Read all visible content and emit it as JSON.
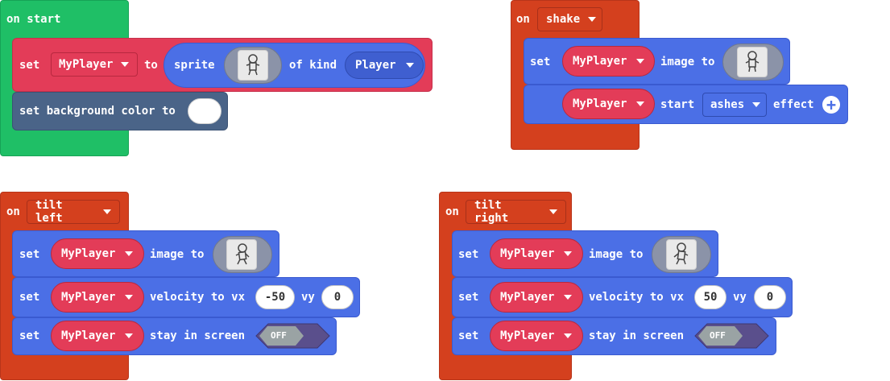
{
  "colors": {
    "event_green": "#1fbf66",
    "event_red": "#d4401e",
    "sprites_pink": "#e33c58",
    "sprites_blue": "#4b6fe6",
    "scene_slate": "#4a6488",
    "toggle_off": "#5a4f8c"
  },
  "on_start": {
    "label": "on start",
    "set_sprite": {
      "set": "set",
      "variable": "MyPlayer",
      "to": "to",
      "sprite": "sprite",
      "of_kind": "of kind",
      "kind": "Player"
    },
    "set_background": {
      "label": "set background color to",
      "color": "#ffffff"
    }
  },
  "on_shake": {
    "on": "on",
    "event": "shake",
    "set_image": {
      "set": "set",
      "variable": "MyPlayer",
      "image_to": "image to"
    },
    "start_effect": {
      "variable": "MyPlayer",
      "start": "start",
      "effect_name": "ashes",
      "effect": "effect",
      "plus": "+"
    }
  },
  "on_tilt_left": {
    "on": "on",
    "event": "tilt left",
    "set_image": {
      "set": "set",
      "variable": "MyPlayer",
      "image_to": "image to"
    },
    "set_velocity": {
      "set": "set",
      "variable": "MyPlayer",
      "velocity_to_vx": "velocity to vx",
      "vx": "-50",
      "vy_label": "vy",
      "vy": "0"
    },
    "stay_in_screen": {
      "set": "set",
      "variable": "MyPlayer",
      "label": "stay in screen",
      "toggle": "OFF"
    }
  },
  "on_tilt_right": {
    "on": "on",
    "event": "tilt right",
    "set_image": {
      "set": "set",
      "variable": "MyPlayer",
      "image_to": "image to"
    },
    "set_velocity": {
      "set": "set",
      "variable": "MyPlayer",
      "velocity_to_vx": "velocity to vx",
      "vx": "50",
      "vy_label": "vy",
      "vy": "0"
    },
    "stay_in_screen": {
      "set": "set",
      "variable": "MyPlayer",
      "label": "stay in screen",
      "toggle": "OFF"
    }
  }
}
